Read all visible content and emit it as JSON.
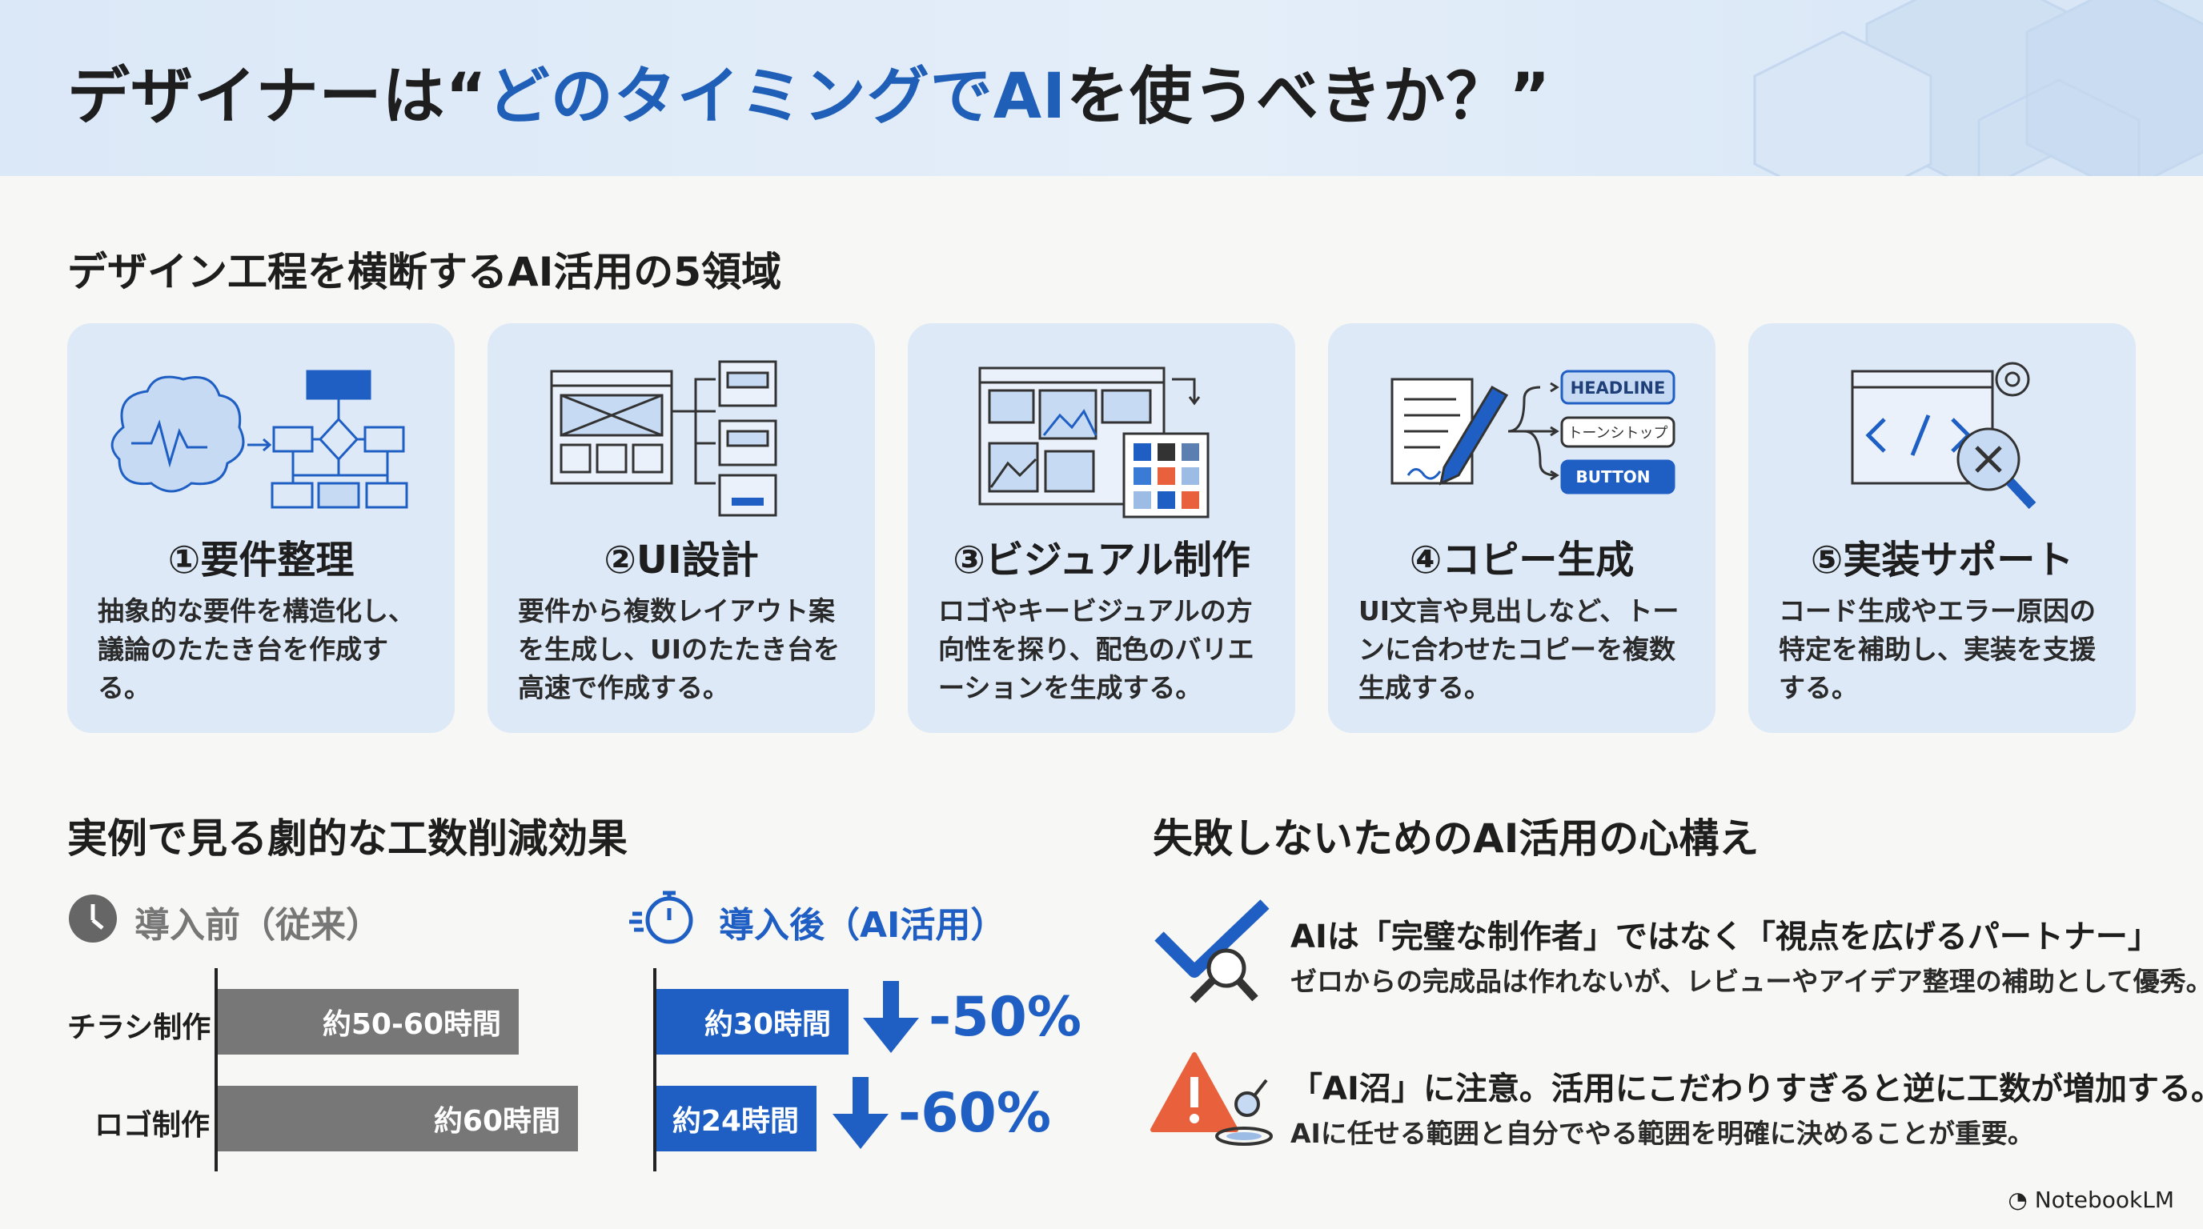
{
  "header": {
    "title_pre": "デザイナーは“",
    "title_highlight": "どのタイミングでAI",
    "title_post": "を使うべきか？”"
  },
  "sections": {
    "areas_title": "デザイン工程を横断するAI活用の5領域",
    "effects_title": "実例で見る劇的な工数削減効果",
    "mindset_title": "失敗しないためのAI活用の心構え"
  },
  "cards": [
    {
      "title": "①要件整理",
      "desc": "抽象的な要件を構造化し、議論のたたき台を作成する。",
      "icon": "brain-flowchart-icon"
    },
    {
      "title": "②UI設計",
      "desc": "要件から複数レイアウト案を生成し、UIのたたき台を高速で作成する。",
      "icon": "wireframe-layouts-icon"
    },
    {
      "title": "③ビジュアル制作",
      "desc": "ロゴやキービジュアルの方向性を探り、配色のバリエーションを生成する。",
      "icon": "image-palette-icon"
    },
    {
      "title": "④コピー生成",
      "desc": "UI文言や見出しなど、トーンに合わせたコピーを複数生成する。",
      "icon": "pen-copy-icon",
      "chips": [
        "HEADLINE",
        "トーンシトップ",
        "BUTTON"
      ]
    },
    {
      "title": "⑤実装サポート",
      "desc": "コード生成やエラー原因の特定を補助し、実装を支援する。",
      "icon": "code-debug-icon"
    }
  ],
  "effects": {
    "before_label": "導入前（従来）",
    "after_label": "導入後（AI活用）",
    "rows": [
      {
        "label": "チラシ制作",
        "before": "約50-60時間",
        "after": "約30時間",
        "reduction": "-50%"
      },
      {
        "label": "ロゴ制作",
        "before": "約60時間",
        "after": "約24時間",
        "reduction": "-60%"
      }
    ]
  },
  "tips": [
    {
      "title": "AIは「完璧な制作者」ではなく「視点を広げるパートナー」",
      "desc": "ゼロからの完成品は作れないが、レビューやアイデア整理の補助として優秀。",
      "icon": "check-magnifier-icon"
    },
    {
      "title": "「AI沼」に注意。活用にこだわりすぎると逆に工数が増加する。",
      "desc": "AIに任せる範囲と自分でやる範囲を明確に決めることが重要。",
      "icon": "warning-drowning-icon"
    }
  ],
  "brand": "NotebookLM",
  "colors": {
    "accent": "#1f5fc4",
    "card_bg": "#dde9f7",
    "gray_bar": "#777777",
    "warning": "#e8613c"
  }
}
